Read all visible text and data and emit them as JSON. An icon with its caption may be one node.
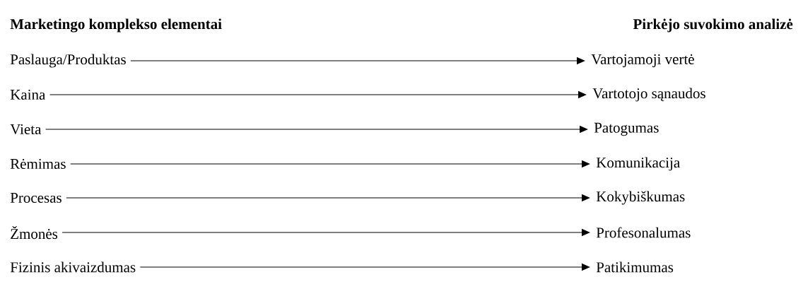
{
  "diagram": {
    "nodes": [
      {
        "text": [
          "Paslauga/Produktas"
        ]
      },
      {
        "text": [
          "Vartojamoji vertė"
        ]
      },
      {
        "text": [
          "Kaina"
        ]
      },
      {
        "text": [
          "Vartotojo sąnaudos"
        ]
      },
      {
        "text": [
          "Vieta"
        ]
      },
      {
        "text": [
          "Patogumas"
        ]
      },
      {
        "text": [
          "Rėmimas"
        ]
      },
      {
        "text": [
          "Komunikacija"
        ]
      },
      {
        "text": [
          "Procesas"
        ]
      },
      {
        "text": [
          "Kokybiškumas"
        ]
      },
      {
        "text": [
          "Žmonės"
        ]
      },
      {
        "text": [
          "Profesonalumas"
        ]
      },
      {
        "text": [
          "Fizinis akivaizdumas"
        ]
      },
      {
        "text": [
          "Patikimumas"
        ]
      }
    ],
    "edges": [
      {
        "from": 0,
        "to": 1,
        "arrow": "to"
      },
      {
        "from": 2,
        "to": 3,
        "arrow": "to"
      },
      {
        "from": 4,
        "to": 5,
        "arrow": "to"
      },
      {
        "from": 6,
        "to": 7,
        "arrow": "to"
      },
      {
        "from": 8,
        "to": 9,
        "arrow": "to"
      },
      {
        "from": 10,
        "to": 11,
        "arrow": "to"
      },
      {
        "from": 12,
        "to": 13,
        "arrow": "to"
      }
    ],
    "labels": [
      "Marketingo komplekso elementai",
      "Pirkėjo suvokimo analizė"
    ]
  }
}
